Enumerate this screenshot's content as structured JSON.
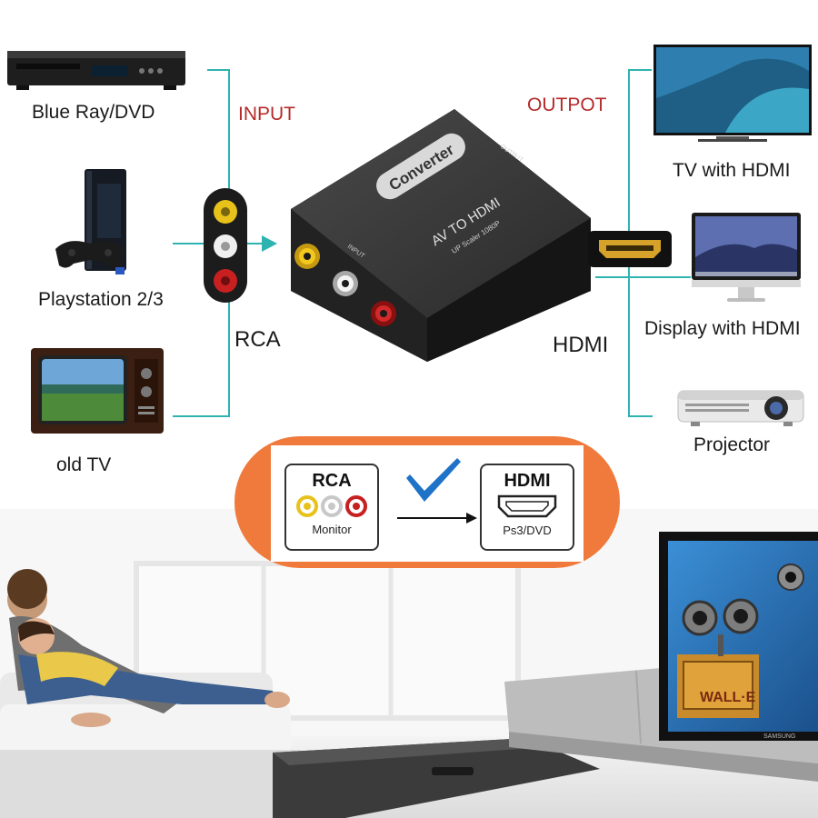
{
  "sources": {
    "bluray_label": "Blue Ray/DVD",
    "playstation_label": "Playstation 2/3",
    "oldtv_label": "old TV"
  },
  "input_label": "INPUT",
  "output_label": "OUTPOT",
  "rca_label": "RCA",
  "hdmi_label": "HDMI",
  "outputs": {
    "tv_label": "TV with HDMI",
    "display_label": "Display with HDMI",
    "projector_label": "Projector"
  },
  "device": {
    "brand": "Converter",
    "model": "AV TO HDMI",
    "sub": "UP Scaler 1080P",
    "input_port": "INPUT",
    "output_port": "OUTPUT"
  },
  "conversion": {
    "from_title": "RCA",
    "from_sub": "Monitor",
    "to_title": "HDMI",
    "to_sub": "Ps3/DVD"
  },
  "tv_brand": "SAMSUNG",
  "movie_title": "WALL·E",
  "colors": {
    "line": "#2fb3b0",
    "accent_orange": "#f07a3c",
    "check_blue": "#1e73c8",
    "label_red": "#b52a2a"
  }
}
